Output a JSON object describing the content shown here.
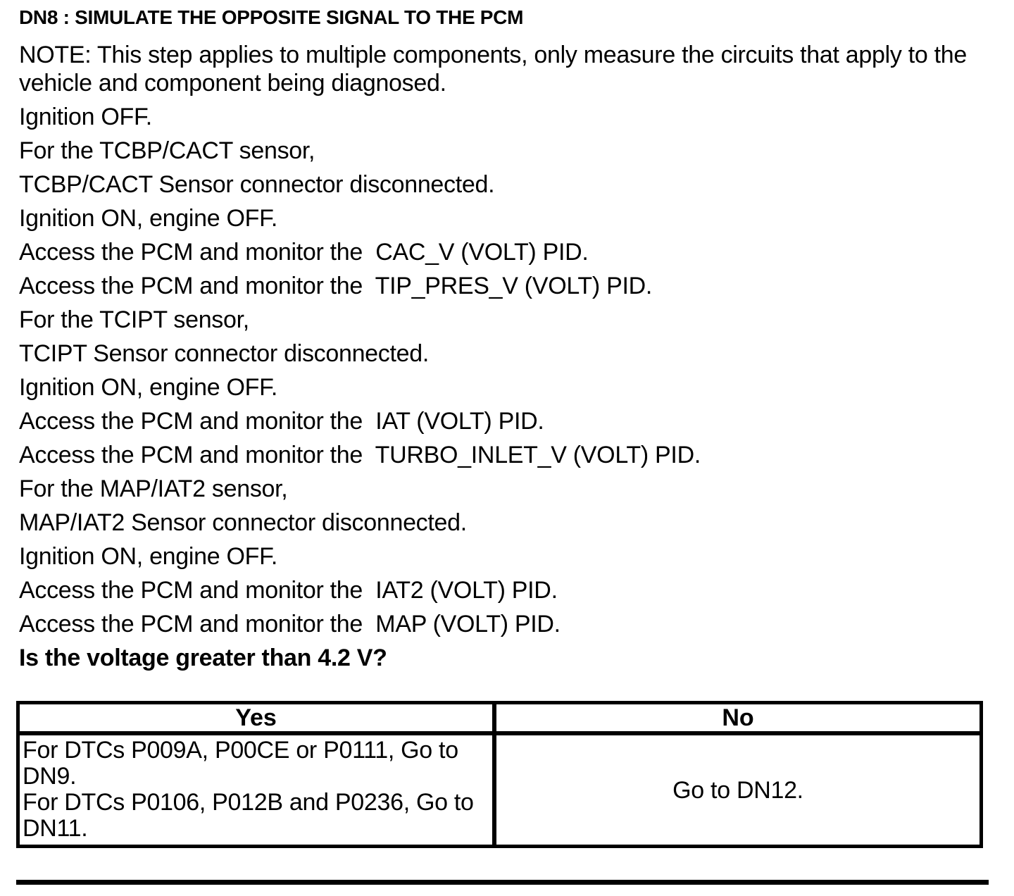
{
  "page": {
    "title": "DN8 : SIMULATE THE OPPOSITE SIGNAL TO THE PCM",
    "note": "NOTE: This step applies to multiple components, only measure the circuits that apply to the vehicle and component being diagnosed.",
    "instructions": [
      "Ignition OFF.",
      "For the TCBP/CACT sensor,",
      "TCBP/CACT Sensor connector disconnected.",
      "Ignition ON, engine OFF.",
      "Access the PCM and monitor the  CAC_V (VOLT) PID.",
      "Access the PCM and monitor the  TIP_PRES_V (VOLT) PID.",
      "For the TCIPT sensor,",
      "TCIPT Sensor connector disconnected.",
      "Ignition ON, engine OFF.",
      "Access the PCM and monitor the  IAT (VOLT) PID.",
      "Access the PCM and monitor the  TURBO_INLET_V (VOLT) PID.",
      "For the MAP/IAT2 sensor,",
      "MAP/IAT2 Sensor connector disconnected.",
      "Ignition ON, engine OFF.",
      "Access the PCM and monitor the  IAT2 (VOLT) PID.",
      "Access the PCM and monitor the  MAP (VOLT) PID."
    ],
    "question": "Is the voltage greater than 4.2 V?",
    "colors": {
      "text": "#000000",
      "background": "#ffffff",
      "table_border": "#000000"
    }
  },
  "answer_table": {
    "columns": [
      {
        "header": "Yes",
        "lines": [
          "For DTCs P009A, P00CE or P0111, Go to DN9.",
          "For DTCs P0106, P012B and P0236, Go to DN11."
        ]
      },
      {
        "header": "No",
        "lines": [
          "Go to DN12."
        ]
      }
    ]
  }
}
